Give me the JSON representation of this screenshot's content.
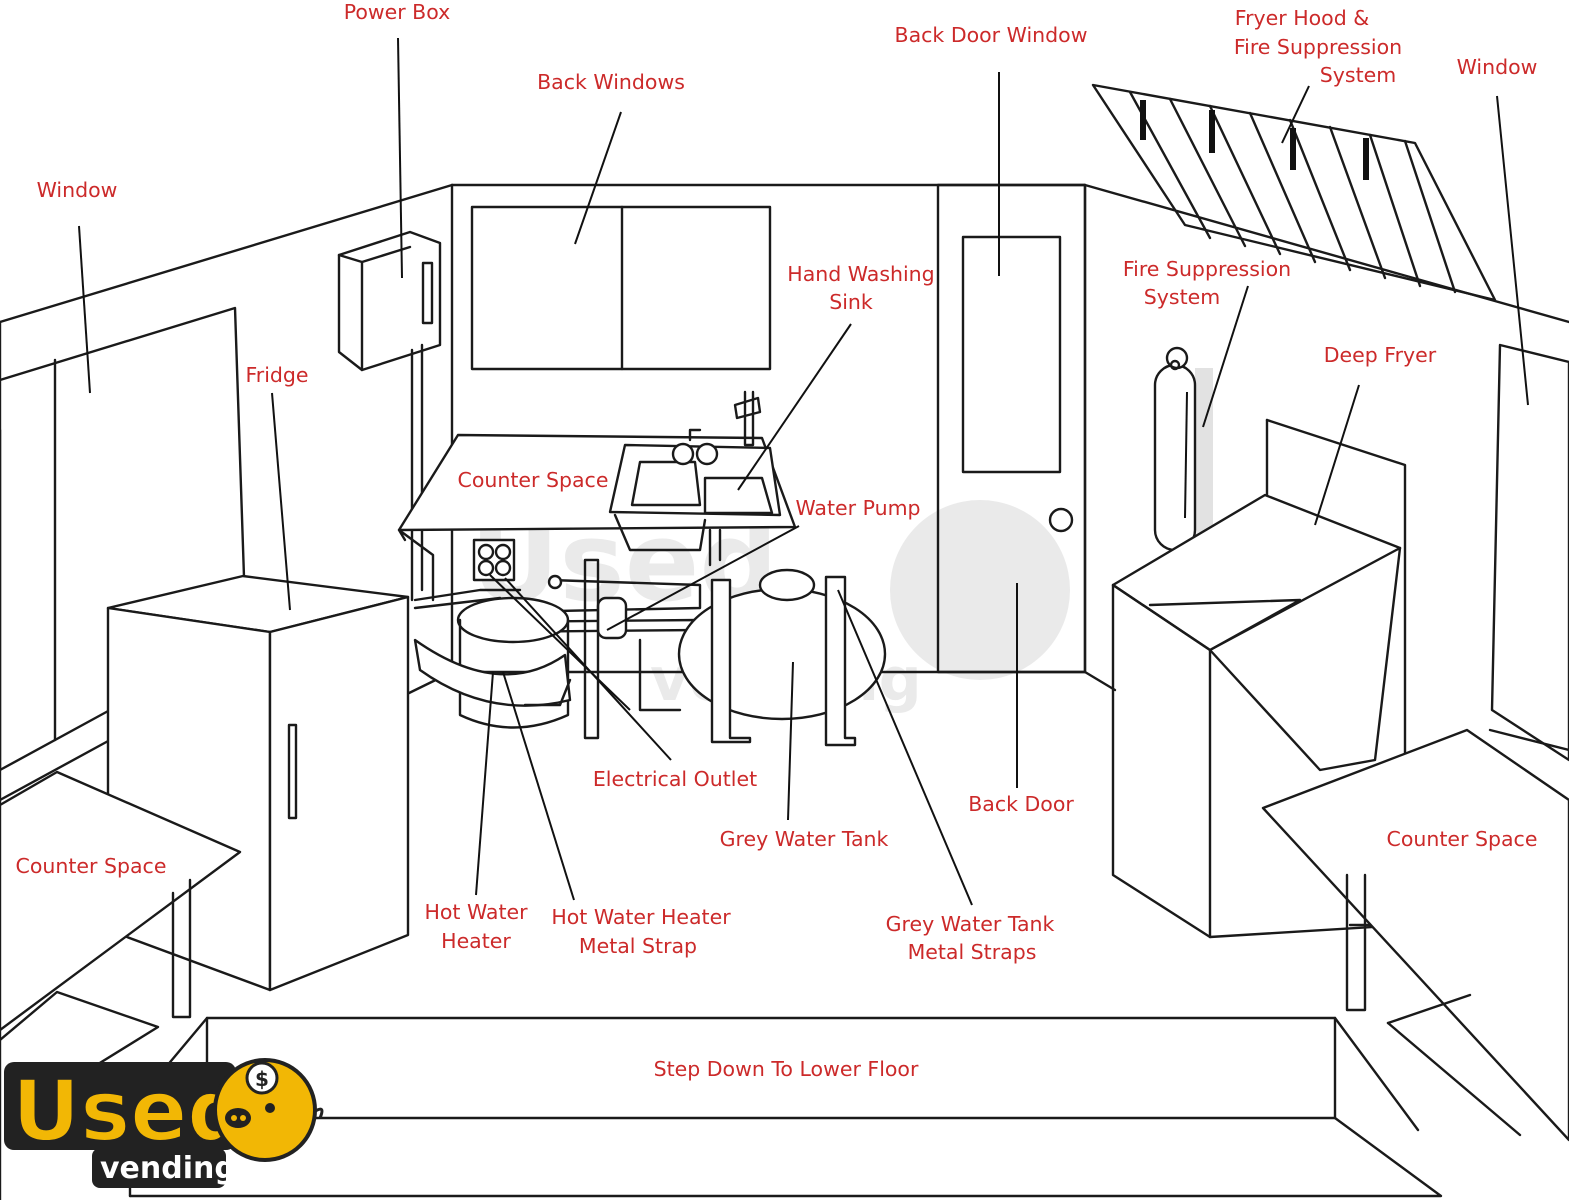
{
  "colors": {
    "label": "#cc2a2a",
    "line": "#1a1a1a",
    "logo_yellow": "#f2b705",
    "logo_dark": "#222222"
  },
  "labels": {
    "power_box": "Power Box",
    "back_windows": "Back Windows",
    "back_door_window": "Back Door Window",
    "fryer_hood": [
      "Fryer Hood &",
      "Fire Suppression",
      "System"
    ],
    "window_left": "Window",
    "window_right": "Window",
    "fridge": "Fridge",
    "hand_washing_sink": [
      "Hand Washing",
      "Sink"
    ],
    "fire_suppression": [
      "Fire Suppression",
      "System"
    ],
    "deep_fryer": "Deep Fryer",
    "counter_space_back": "Counter Space",
    "water_pump": "Water Pump",
    "electrical_outlet": "Electrical Outlet",
    "back_door": "Back Door",
    "grey_water_tank": "Grey Water Tank",
    "counter_space_left": "Counter Space",
    "counter_space_right": "Counter Space",
    "hot_water_heater": [
      "Hot Water",
      "Heater"
    ],
    "hot_water_heater_strap": [
      "Hot Water Heater",
      "Metal Strap"
    ],
    "grey_water_tank_straps": [
      "Grey Water Tank",
      "Metal Straps"
    ],
    "step_down": "Step Down To Lower Floor"
  },
  "logo": {
    "word1": "Used",
    "word2": "vending",
    "coin_symbol": "$"
  }
}
